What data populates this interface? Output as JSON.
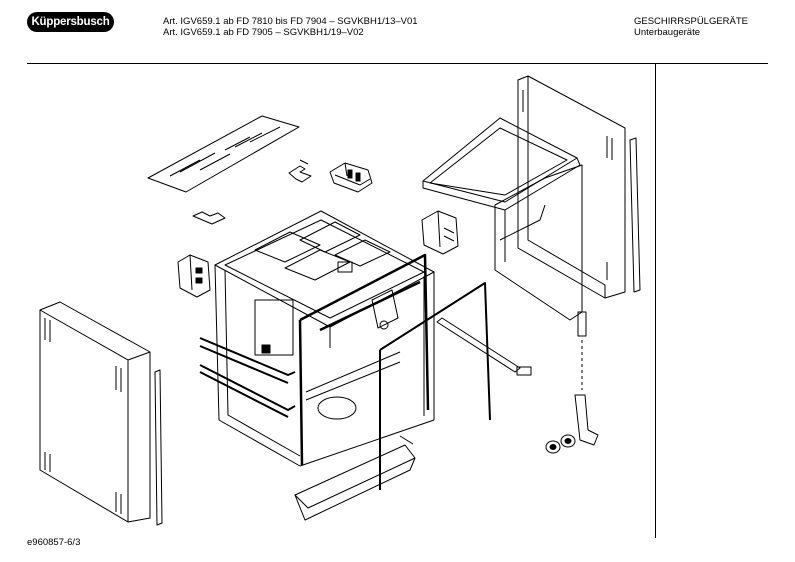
{
  "header": {
    "logo_text": "Küppersbusch",
    "article_lines": [
      "Art. IGV659.1 ab FD 7810 bis FD 7904 – SGVKBH1/13–V01",
      "Art. IGV659.1 ab FD 7905 – SGVKBH1/19–V02"
    ],
    "category": "GESCHIRRSPÜLGERÄTE",
    "subcategory": "Unterbaugeräte"
  },
  "footer": {
    "drawing_number": "e960857-6/3"
  }
}
